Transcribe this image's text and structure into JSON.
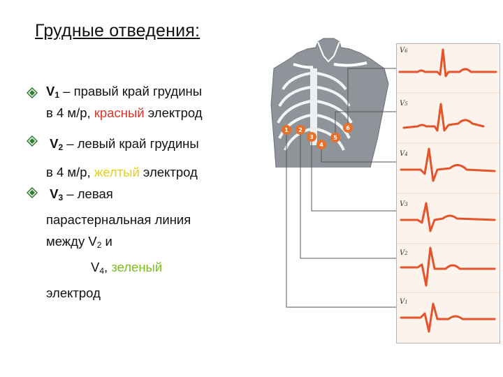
{
  "title": "Грудные отведения:",
  "bullets": [
    {
      "lead": "V",
      "lead_sub": "1",
      "line1_rest": " – правый край грудины",
      "line2_pre": "в 4 м/р, ",
      "color_word": "красный",
      "line2_post": " электрод"
    },
    {
      "lead": "V",
      "lead_sub": "2",
      "line1_rest": " – левый край грудины",
      "line2_pre": "в 4 м/р, ",
      "color_word": "желтый",
      "line2_post": " электрод"
    },
    {
      "lead": "V",
      "lead_sub": "3",
      "line1_rest": " – левая",
      "line2": "парастернальная линия",
      "line3_pre": "между V",
      "line3_sub": "2",
      "line3_post": " и",
      "line4_pre": "V",
      "line4_sub": "4",
      "line4_mid": ", ",
      "color_word": "зеленый",
      "line5": "электрод"
    }
  ],
  "electrode_numbers": [
    "1",
    "2",
    "3",
    "4",
    "5",
    "6"
  ],
  "ecg_leads": [
    {
      "label": "V",
      "sub": "6"
    },
    {
      "label": "V",
      "sub": "5"
    },
    {
      "label": "V",
      "sub": "4"
    },
    {
      "label": "V",
      "sub": "3"
    },
    {
      "label": "V",
      "sub": "2"
    },
    {
      "label": "V",
      "sub": "1"
    }
  ],
  "colors": {
    "bullet_diamond": "#2e7d32",
    "red_word": "#d9342b",
    "yellow_word": "#e6d11a",
    "green_word": "#7bbf1e",
    "electrode_fill": "#e8702a",
    "ecg_trace": "#e4532a",
    "torso": "#8e949a"
  }
}
